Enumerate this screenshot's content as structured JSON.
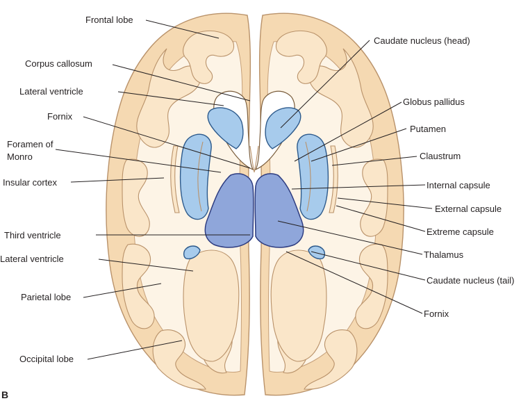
{
  "panel_letter": "B",
  "labels": {
    "frontal_lobe": "Frontal lobe",
    "corpus_callosum": "Corpus callosum",
    "lateral_ventricle_top": "Lateral ventricle",
    "fornix_top": "Fornix",
    "foramen_line1": "Foramen of",
    "foramen_line2": "Monro",
    "insular_cortex": "Insular cortex",
    "third_ventricle": "Third ventricle",
    "lateral_ventricle_bottom": "Lateral ventricle",
    "parietal_lobe": "Parietal lobe",
    "occipital_lobe": "Occipital lobe",
    "caudate_head": "Caudate nucleus (head)",
    "globus_pallidus": "Globus pallidus",
    "putamen": "Putamen",
    "claustrum": "Claustrum",
    "internal_capsule": "Internal capsule",
    "external_capsule": "External capsule",
    "extreme_capsule": "Extreme capsule",
    "thalamus": "Thalamus",
    "caudate_tail": "Caudate nucleus (tail)",
    "fornix_bottom": "Fornix"
  },
  "colors": {
    "gray_matter": "#f5d9b2",
    "white_matter": "#fdf4e6",
    "basal_ganglia": "#a7cbec",
    "thalamus": "#8fa6da"
  }
}
